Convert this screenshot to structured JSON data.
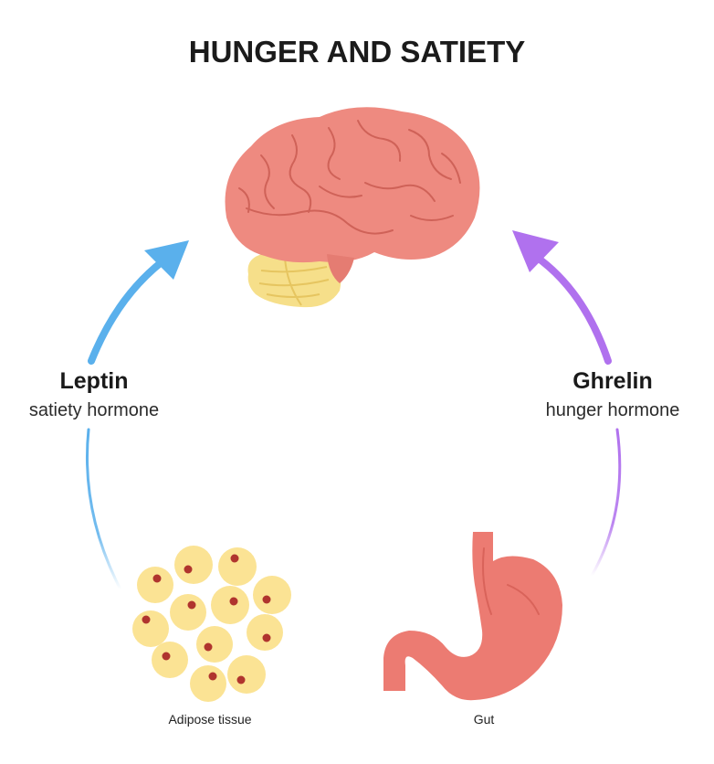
{
  "title": "HUNGER AND SATIETY",
  "left_hormone": {
    "name": "Leptin",
    "description": "satiety hormone",
    "arrow_color": "#5ab0ec",
    "arrow_direction": "up-right, from adipose tissue toward brain"
  },
  "right_hormone": {
    "name": "Ghrelin",
    "description": "hunger hormone",
    "arrow_color": "#b071ee",
    "arrow_direction": "up-left, from gut toward brain"
  },
  "brain": {
    "icon": "brain-icon",
    "cerebrum_color": "#ee8a80",
    "cerebellum_color": "#f6df8a"
  },
  "adipose": {
    "icon": "adipose-cells-icon",
    "caption": "Adipose tissue",
    "cell_color": "#fbe394",
    "nucleus_color": "#b0342e"
  },
  "gut": {
    "icon": "stomach-icon",
    "caption": "Gut",
    "color": "#ec7b72"
  }
}
